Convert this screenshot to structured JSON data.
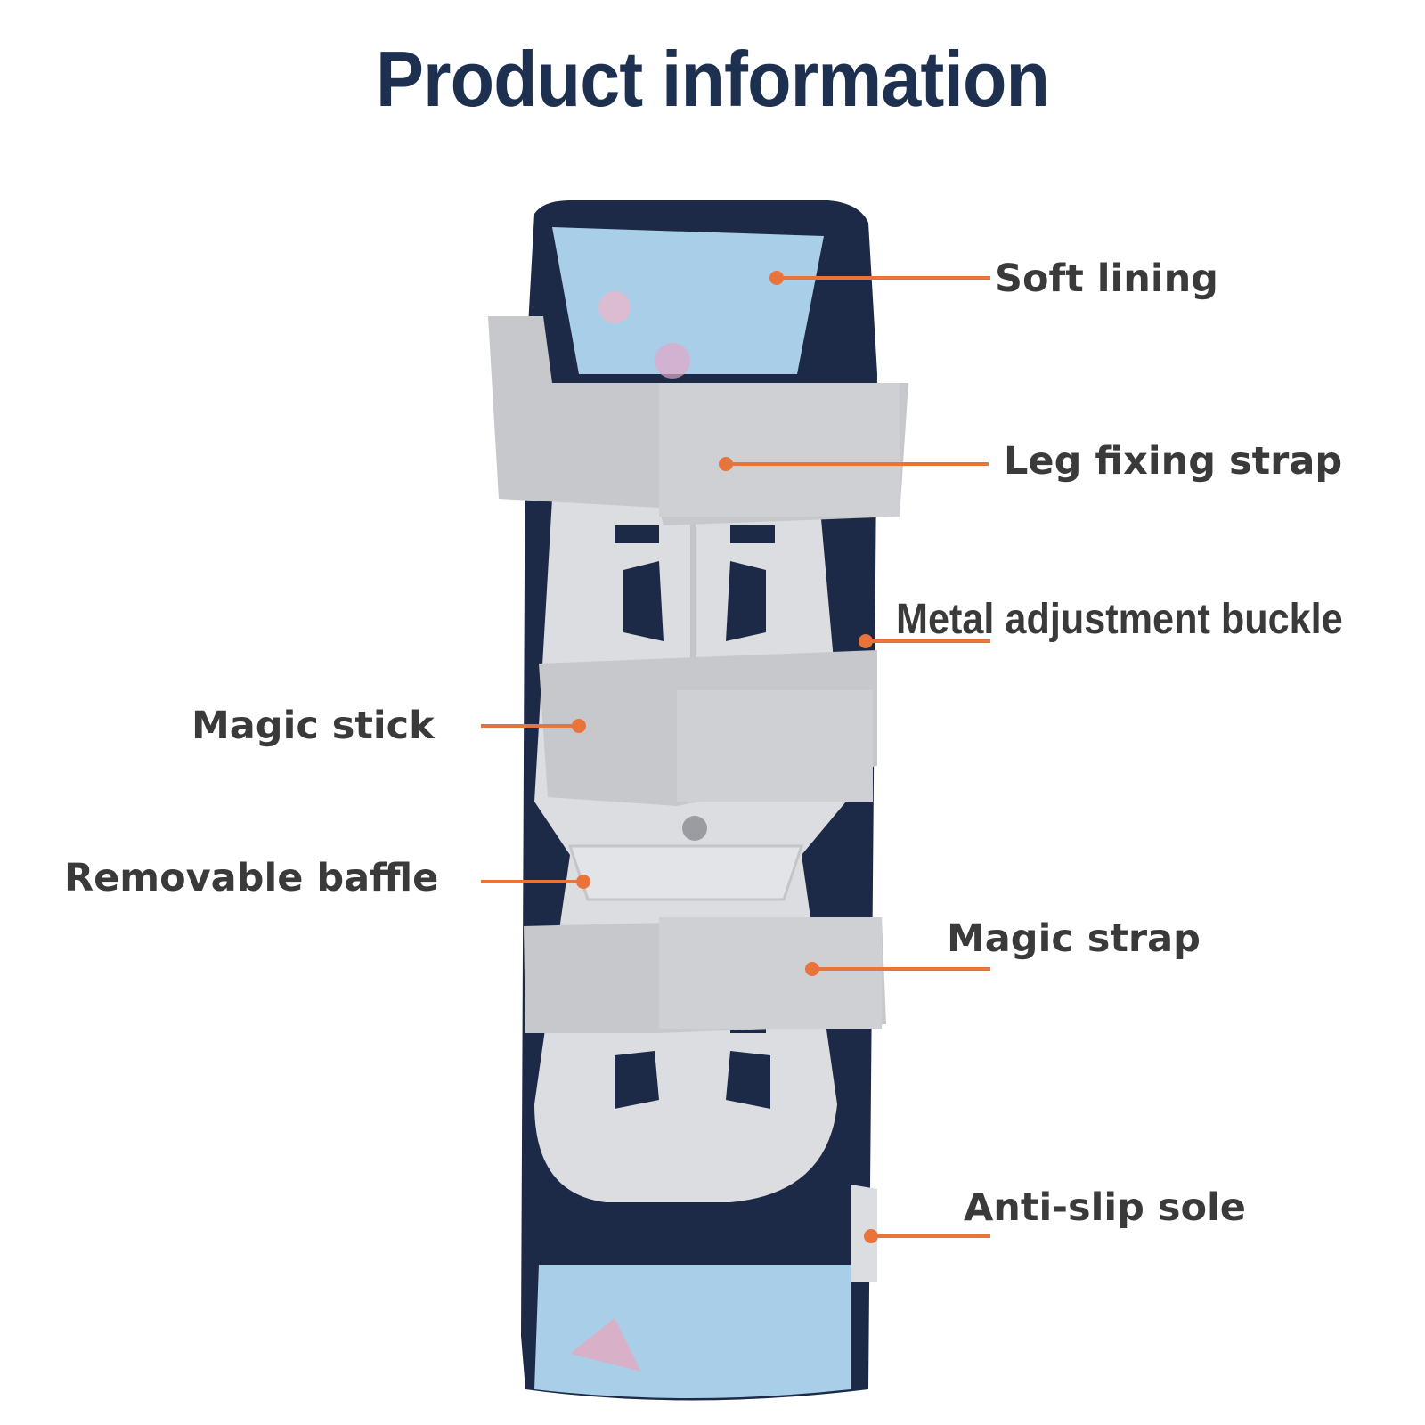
{
  "title": "Product information",
  "colors": {
    "title": "#1e3050",
    "label_text": "#3a3a3a",
    "leader_line": "#e8743b",
    "boot_navy": "#1d2a47",
    "shell_gray": "#dcdde0",
    "strap_gray": "#c7c8cc",
    "lining_blue": "#a9cfe8"
  },
  "callouts": [
    {
      "id": "soft-lining",
      "label": "Soft lining",
      "side": "right"
    },
    {
      "id": "leg-fixing-strap",
      "label": "Leg fixing strap",
      "side": "right"
    },
    {
      "id": "metal-adjustment-buckle",
      "label": "Metal adjustment buckle",
      "side": "right"
    },
    {
      "id": "magic-stick",
      "label": "Magic stick",
      "side": "left"
    },
    {
      "id": "removable-baffle",
      "label": "Removable baffle",
      "side": "left"
    },
    {
      "id": "magic-strap",
      "label": "Magic strap",
      "side": "right"
    },
    {
      "id": "anti-slip-sole",
      "label": "Anti-slip sole",
      "side": "right"
    }
  ]
}
